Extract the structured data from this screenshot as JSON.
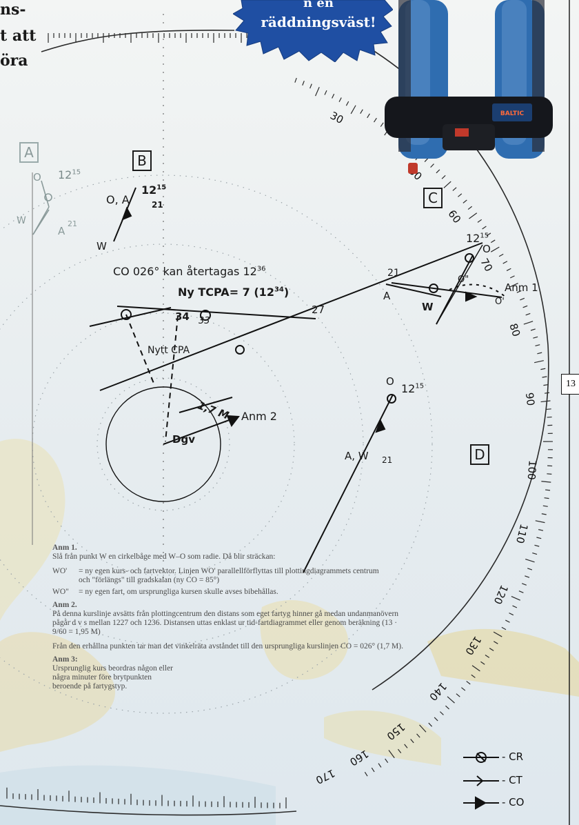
{
  "header_fragments": [
    "ns-",
    "t att",
    "öra"
  ],
  "badge": {
    "line1": "n en",
    "line2": "räddningsväst!"
  },
  "vest_brand": "BALTIC",
  "sections": {
    "A": "A",
    "B": "B",
    "C": "C",
    "D": "D"
  },
  "side_tab": "13",
  "labels": {
    "a_top": "O",
    "a_time": "12",
    "a_time_sup": "15",
    "a_w": "W",
    "a_a": "A",
    "a_21": "21",
    "b_oa": "O, A",
    "b_time": "12",
    "b_time_sup": "15",
    "b_21": "21",
    "b_w": "W",
    "co_text": "CO 026° kan återtagas 12",
    "co_sup": "36",
    "tcpa_text": "Ny TCPA= 7 (12",
    "tcpa_sup": "34",
    "tcpa_close": ")",
    "n34": "34",
    "n33": "33",
    "n27": "27",
    "n21": "21",
    "nytt_cpa": "Nytt CPA",
    "dist": "1,7 M",
    "dgv": "Dgv",
    "anm2": "Anm 2",
    "c_time": "12",
    "c_time_sup": "15",
    "c_o": "O",
    "c_a": "A",
    "c_w": "W",
    "c_o2": "O\"",
    "c_o1": "O'",
    "anm1": "Anm 1",
    "d_o": "O",
    "d_time": "12",
    "d_time_sup": "15",
    "d_aw": "A, W",
    "d_21": "21"
  },
  "scale_labels": [
    "30",
    "50",
    "60",
    "70",
    "80",
    "90",
    "100",
    "110",
    "120",
    "130",
    "140",
    "150",
    "160",
    "170"
  ],
  "notes": {
    "anm1_title": "Anm 1.",
    "anm1_text": "Slå från punkt W en cirkelbåge med W–O som radie. Då blir sträckan:",
    "wo1_key": "WO'",
    "wo1_text": "= ny egen kurs- och fartvektor. Linjen WO' parallellförflyttas till plottingdiagrammets centrum och \"förlängs\" till gradskalan (ny CO = 85°)",
    "wo2_key": "WO\"",
    "wo2_text": "= ny egen fart, om ursprungliga kursen skulle avses bibehållas.",
    "anm2_title": "Anm 2.",
    "anm2_text": "På denna kurslinje avsätts från plottingcentrum den distans som eget fartyg hinner gå medan undanmanövern pågår d v s mellan 1227 och 1236. Distansen uttas enklast ur tid-fartdiagrammet eller genom beräkning (13 · 9/60 = 1,95 M)",
    "anm2_text2": "Från den erhållna punkten tar man det vinkelräta avståndet till den ursprungliga kurslinjen CO = 026° (1,7 M).",
    "anm3_title": "Anm 3:",
    "anm3_text": "Ursprunglig kurs beordras någon eller några minuter före brytpunkten beroende på fartygstyp."
  },
  "legend": [
    {
      "key": "CR",
      "text": "- CR"
    },
    {
      "key": "CT",
      "text": "- CT"
    },
    {
      "key": "CO",
      "text": "- CO"
    }
  ],
  "colors": {
    "ink": "#1a1a1a",
    "badge": "#1f4fa3",
    "vest_blue": "#2f6db0"
  }
}
